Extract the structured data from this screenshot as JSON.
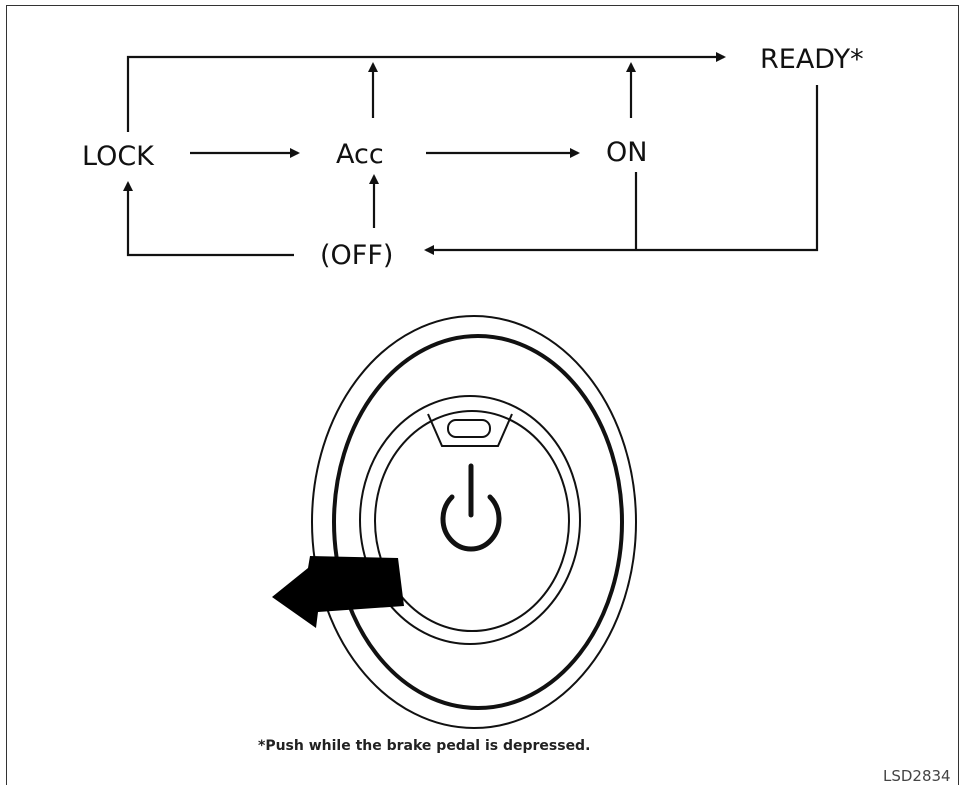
{
  "diagram": {
    "states": {
      "lock": "LOCK",
      "acc": "Acc",
      "on": "ON",
      "ready": "READY*",
      "off": "(OFF)"
    },
    "icons": {
      "power_button": "power-icon",
      "press_arrow": "push-arrow-icon"
    },
    "footnote": "*Push while the brake pedal is depressed.",
    "figure_id": "LSD2834"
  }
}
